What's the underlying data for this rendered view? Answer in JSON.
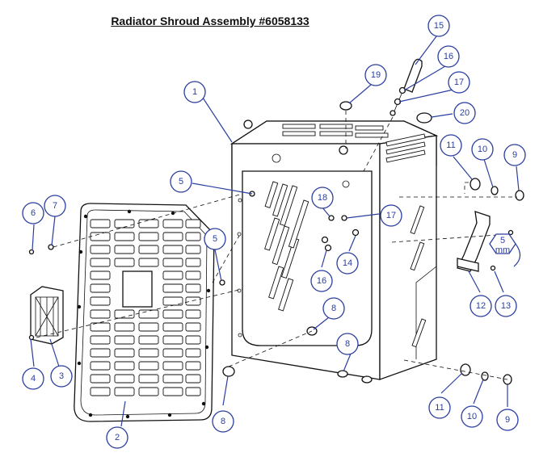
{
  "title": "Radiator Shroud Assembly #6058133",
  "tool_note": {
    "line1": "5",
    "line2": "mm"
  },
  "callouts": [
    {
      "id": "c1",
      "label": "1"
    },
    {
      "id": "c2",
      "label": "2"
    },
    {
      "id": "c3",
      "label": "3"
    },
    {
      "id": "c4",
      "label": "4"
    },
    {
      "id": "c5a",
      "label": "5"
    },
    {
      "id": "c5b",
      "label": "5"
    },
    {
      "id": "c6",
      "label": "6"
    },
    {
      "id": "c7",
      "label": "7"
    },
    {
      "id": "c8a",
      "label": "8"
    },
    {
      "id": "c8b",
      "label": "8"
    },
    {
      "id": "c8c",
      "label": "8"
    },
    {
      "id": "c9a",
      "label": "9"
    },
    {
      "id": "c9b",
      "label": "9"
    },
    {
      "id": "c10a",
      "label": "10"
    },
    {
      "id": "c10b",
      "label": "10"
    },
    {
      "id": "c11a",
      "label": "11"
    },
    {
      "id": "c11b",
      "label": "11"
    },
    {
      "id": "c12",
      "label": "12"
    },
    {
      "id": "c13",
      "label": "13"
    },
    {
      "id": "c14",
      "label": "14"
    },
    {
      "id": "c15",
      "label": "15"
    },
    {
      "id": "c16a",
      "label": "16"
    },
    {
      "id": "c16b",
      "label": "16"
    },
    {
      "id": "c17a",
      "label": "17"
    },
    {
      "id": "c17b",
      "label": "17"
    },
    {
      "id": "c18",
      "label": "18"
    },
    {
      "id": "c19",
      "label": "19"
    },
    {
      "id": "c20",
      "label": "20"
    }
  ]
}
